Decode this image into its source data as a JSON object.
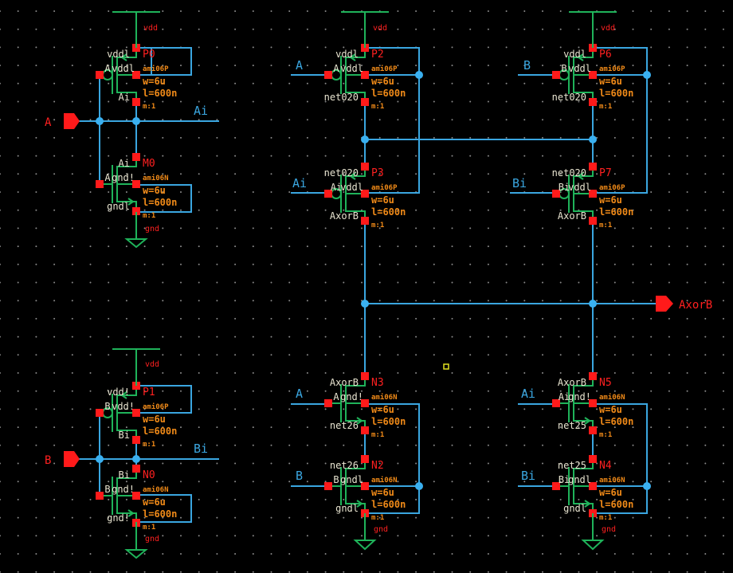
{
  "app": {
    "view": "schematic-editor",
    "title": ""
  },
  "colors": {
    "background": "#000000",
    "wire": "#3aa6e0",
    "symbol": "#1fb35a",
    "pin": "#ff1a1a",
    "instance_label": "#ff2020",
    "param_text": "#f08a18",
    "terminal_text": "#e8e4d0",
    "grid_dot": "#8a8a8a",
    "selection_marker": "#e0e020"
  },
  "pins": [
    {
      "name": "A",
      "direction": "input"
    },
    {
      "name": "B",
      "direction": "input"
    },
    {
      "name": "AxorB",
      "direction": "output"
    }
  ],
  "net_labels": {
    "ai_inv": "Ai",
    "bi_inv": "Bi",
    "a_p2": "A",
    "ai_p3": "Ai",
    "b_p6": "B",
    "bi_p7": "Bi",
    "a_n3": "A",
    "b_n2": "B",
    "ai_n5": "Ai",
    "bi_n4": "Bi"
  },
  "supplies": {
    "vdd_label": "vdd",
    "gnd_label": "gnd"
  },
  "transistors": [
    {
      "id": "P0",
      "model": "ami06P",
      "w": "w=6u",
      "l": "l=600n",
      "m": "m:1",
      "gate": "A",
      "source": "vddl",
      "bulk": "vddl",
      "drain": "Ai"
    },
    {
      "id": "M0",
      "model": "ami06N",
      "w": "w=6u",
      "l": "l=600n",
      "m": "m:1",
      "gate": "A",
      "bulk": "gnd!",
      "drain": "Ai",
      "source": "gndl"
    },
    {
      "id": "P1",
      "model": "ami06P",
      "w": "w=6u",
      "l": "l=600n",
      "m": "m:1",
      "gate": "B",
      "source": "vdd!",
      "bulk": "vdd!",
      "drain": "Bi"
    },
    {
      "id": "N0",
      "model": "ami06N",
      "w": "w=6u",
      "l": "l=600n",
      "m": "m:1",
      "gate": "B",
      "bulk": "gnd!",
      "drain": "Bi",
      "source": "gnd!"
    },
    {
      "id": "P2",
      "model": "ami06P",
      "w": "w=6u",
      "l": "l=600n",
      "m": "m:1",
      "gate": "A",
      "source": "vddl",
      "bulk": "vddl",
      "drain": "net020"
    },
    {
      "id": "P3",
      "model": "ami06P",
      "w": "w=6u",
      "l": "l=600n",
      "m": "m:1",
      "gate": "Ai",
      "source": "net020",
      "bulk": "vddl",
      "drain": "AxorB"
    },
    {
      "id": "P6",
      "model": "ami06P",
      "w": "w=6u",
      "l": "l=600n",
      "m": "m:1",
      "gate": "B",
      "source": "vddl",
      "bulk": "vddl",
      "drain": "net020"
    },
    {
      "id": "P7",
      "model": "ami06P",
      "w": "w=6u",
      "l": "l=600n",
      "m": "m:1",
      "gate": "Bi",
      "source": "net020",
      "bulk": "vddl",
      "drain": "AxorB"
    },
    {
      "id": "N3",
      "model": "ami06N",
      "w": "w=6u",
      "l": "l=600n",
      "m": "m:1",
      "gate": "A",
      "bulk": "gnd!",
      "drain": "AxorB",
      "source": "net26"
    },
    {
      "id": "N2",
      "model": "ami06N",
      "w": "w=6u",
      "l": "l=600n",
      "m": "m:1",
      "gate": "B",
      "bulk": "gndl",
      "drain": "net26",
      "source": "gndl"
    },
    {
      "id": "N5",
      "model": "ami06N",
      "w": "w=6u",
      "l": "l=600n",
      "m": "m:1",
      "gate": "Ai",
      "bulk": "gnd!",
      "drain": "AxorB",
      "source": "net25"
    },
    {
      "id": "N4",
      "model": "ami06N",
      "w": "w=6u",
      "l": "l=600n",
      "m": "m:1",
      "gate": "Bi",
      "bulk": "gndl",
      "drain": "net25",
      "source": "gndl"
    }
  ]
}
